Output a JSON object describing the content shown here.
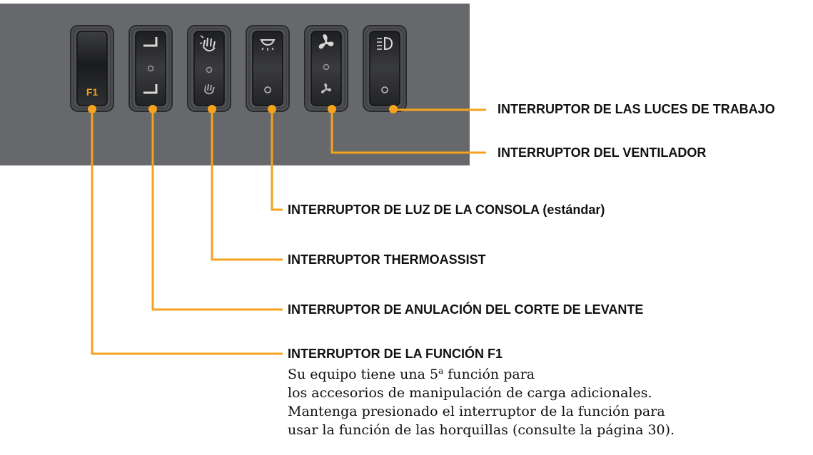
{
  "panel": {
    "switches": [
      {
        "id": "f1",
        "top_symbol": "",
        "middle_symbol": "",
        "bottom_symbol": "F1"
      },
      {
        "id": "lift-cut-override",
        "top_symbol": "corner-up-icon",
        "middle_symbol": "dot",
        "bottom_symbol": "corner-down-icon"
      },
      {
        "id": "thermoassist",
        "top_symbol": "hand-heat-icon",
        "middle_symbol": "dot",
        "bottom_symbol": "hand-icon"
      },
      {
        "id": "console-light",
        "top_symbol": "dome-light-icon",
        "middle_symbol": "",
        "bottom_symbol": "dot"
      },
      {
        "id": "fan",
        "top_symbol": "fan-large-icon",
        "middle_symbol": "dot",
        "bottom_symbol": "fan-small-icon"
      },
      {
        "id": "work-lights",
        "top_symbol": "headlight-icon",
        "middle_symbol": "",
        "bottom_symbol": "dot"
      }
    ]
  },
  "callouts": {
    "work_lights": "INTERRUPTOR DE LAS LUCES DE TRABAJO",
    "fan": "INTERRUPTOR DEL VENTILADOR",
    "console_light": "INTERRUPTOR DE LUZ DE LA CONSOLA (estándar)",
    "thermoassist": "INTERRUPTOR THERMOASSIST",
    "lift_cut_override": "INTERRUPTOR DE ANULACIÓN DEL CORTE DE LEVANTE",
    "f1": "INTERRUPTOR DE LA FUNCIÓN F1"
  },
  "f1_description": {
    "line1": "Su equipo tiene una 5",
    "line1_sup": "a",
    "line1_end": " función para",
    "line2": "los accesorios de manipulación de carga adicionales.",
    "line3": "Mantenga presionado el interruptor de la función para",
    "line4": "usar la función de las horquillas (consulte la página 30)."
  },
  "colors": {
    "panel": "#67686b",
    "leader": "#f5a21c",
    "switch_body": "#2b2c2e",
    "icon": "#d8d8d8"
  }
}
